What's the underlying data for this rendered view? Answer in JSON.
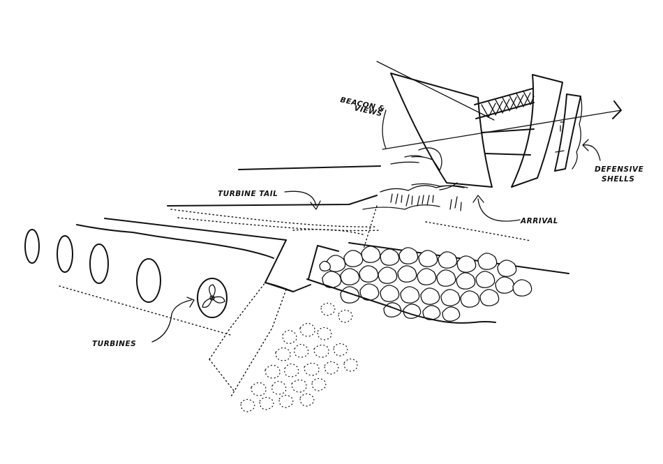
{
  "labels": {
    "beacon_line1": "BEACON &",
    "beacon_line2": "VIEWS",
    "defensive_line1": "DEFENSIVE",
    "defensive_line2": "SHELLS",
    "turbine_tail": "TURBINE TAIL",
    "arrival": "ARRIVAL",
    "turbines": "TURBINES"
  }
}
